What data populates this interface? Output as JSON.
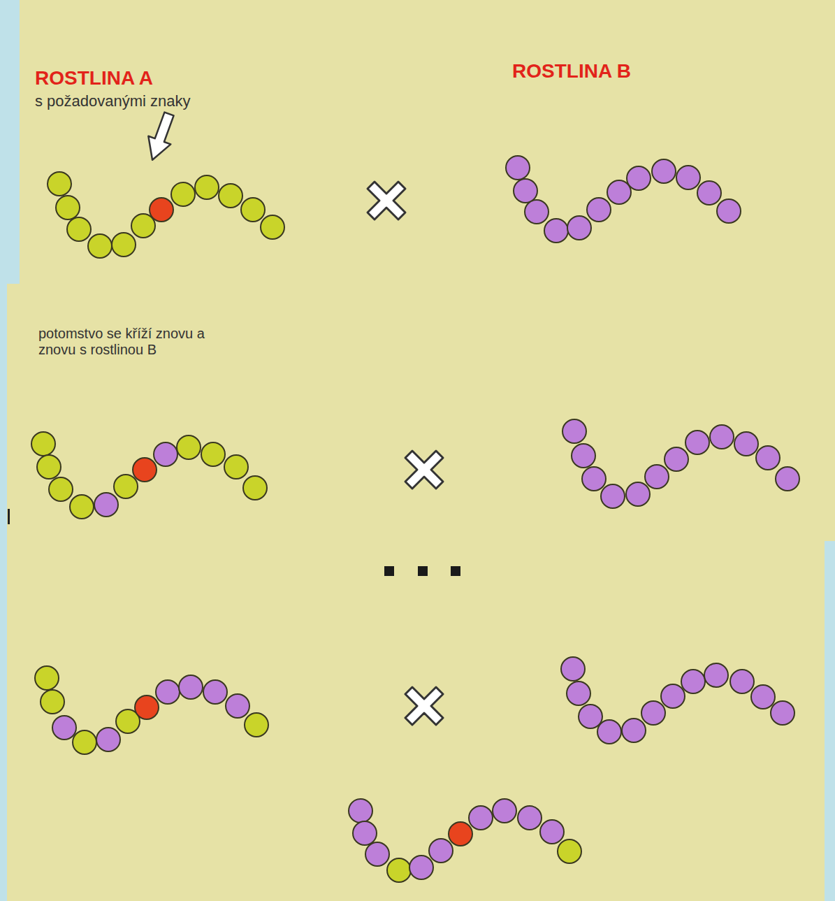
{
  "diagram": {
    "labels": [
      "ROSTLINA A",
      "s požadovanými znaky",
      "ROSTLINA B",
      "potomstvo se kříží znovu a znovu s rostlinou B"
    ]
  }
}
